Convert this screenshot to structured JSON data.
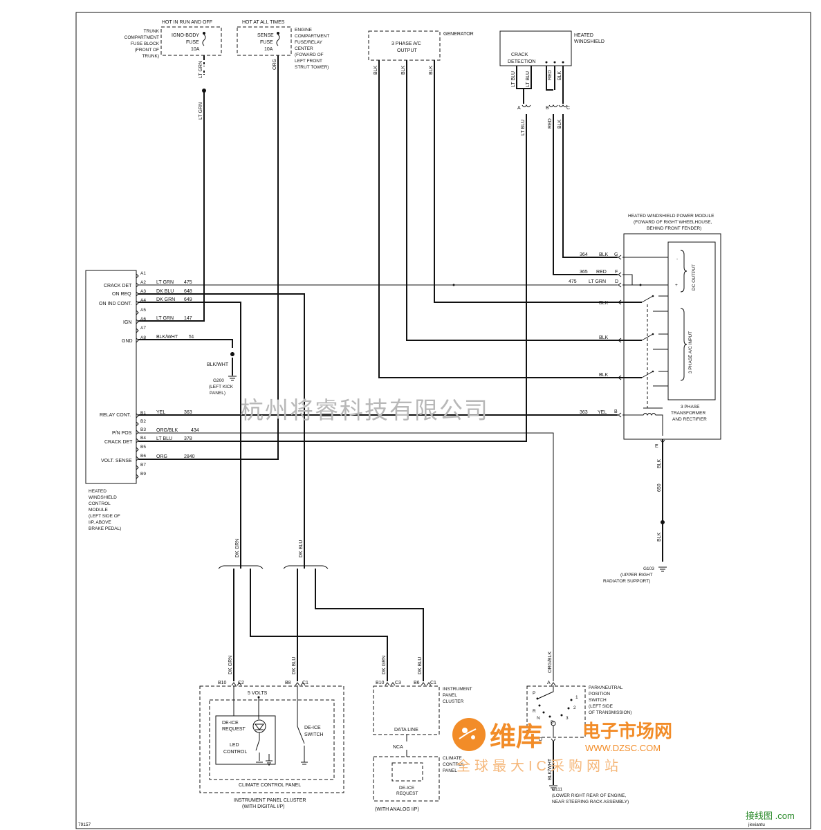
{
  "fuses": {
    "ign_hot": "HOT IN RUN AND OFF",
    "ign_loc": [
      "TRUNK",
      "COMPARTMENT",
      "FUSE BLOCK",
      "(FRONT OF",
      "TRUNK)"
    ],
    "ign_fuse": [
      "IGNO-BODY",
      "FUSE",
      "10A"
    ],
    "sense_hot": "HOT AT ALL TIMES",
    "sense_fuse": [
      "SENSE",
      "FUSE",
      "10A"
    ],
    "sense_loc": [
      "ENGINE",
      "COMPARTMENT",
      "FUSE/RELAY",
      "CENTER",
      "(FOWARD OF",
      "LEFT FRONT",
      "STRUT TOWER)"
    ]
  },
  "generator": {
    "label": "GENERATOR",
    "output": [
      "3 PHASE A/C",
      "OUTPUT"
    ]
  },
  "heated_windshield": {
    "label": [
      "HEATED",
      "WINDSHIELD"
    ],
    "crack": [
      "CRACK",
      "DETECTION"
    ]
  },
  "power_module": {
    "title": [
      "HEATED WINDSHIELD POWER MODULE",
      "(FOWARD OF RIGHT WHEELHOUSE,",
      "BEHIND FRONT FENDER)"
    ],
    "dc_output": "DC OUTPUT",
    "ac_input": "3 PHASE A/C INPUT",
    "transformer": [
      "3 PHASE",
      "TRANSFORMER",
      "AND RECTIFIER"
    ]
  },
  "control_module": {
    "label": [
      "HEATED",
      "WINDSHIELD",
      "CONTROL",
      "MODULE",
      "(LEFT SIDE OF",
      "I/P, ABOVE",
      "BRAKE PEDAL)"
    ],
    "pins_a": [
      "A1",
      "A2",
      "A3",
      "A4",
      "A5",
      "A6",
      "A7",
      "A8"
    ],
    "pins_b": [
      "B1",
      "B2",
      "B3",
      "B4",
      "B5",
      "B6",
      "B7",
      "B9"
    ],
    "functions": {
      "crack_det_a": "CRACK DET",
      "on_req": "ON REQ",
      "on_ind": "ON IND CONT.",
      "ign": "IGN",
      "gnd": "GND",
      "relay": "RELAY CONT.",
      "pn_pos": "P/N POS",
      "crack_det_b": "CRACK DET",
      "volt_sense": "VOLT. SENSE"
    }
  },
  "wires": {
    "a2": {
      "color": "LT GRN",
      "circuit": "475"
    },
    "a3": {
      "color": "DK BLU",
      "circuit": "648"
    },
    "a4": {
      "color": "DK GRN",
      "circuit": "649"
    },
    "a6": {
      "color": "LT GRN",
      "circuit": "147"
    },
    "a8": {
      "color": "BLK/WHT",
      "circuit": "51"
    },
    "b1": {
      "color": "YEL",
      "circuit": "363"
    },
    "b3": {
      "color": "ORG/BLK",
      "circuit": "434"
    },
    "b4": {
      "color": "LT BLU",
      "circuit": "378"
    },
    "b6": {
      "color": "ORG",
      "circuit": "2840"
    },
    "g": {
      "circuit": "364",
      "color": "BLK"
    },
    "f": {
      "circuit": "365",
      "color": "RED"
    },
    "d": {
      "circuit": "475",
      "color": "LT GRN"
    },
    "b": {
      "circuit": "363",
      "color": "YEL"
    },
    "blk": "BLK",
    "lt_grn": "LT GRN",
    "lt_blu": "LT BLU",
    "red": "RED",
    "org": "ORG",
    "dk_grn": "DK GRN",
    "dk_blu": "DK BLU",
    "org_blk": "ORG/BLK",
    "blk_wht": "BLK/WHT",
    "e_circuit": "650"
  },
  "pins": {
    "g": "G",
    "f": "F",
    "d": "D",
    "b": "B",
    "e": "E",
    "a": "A",
    "b_conn": "B",
    "c": "C",
    "d_conn": "D",
    "b10": "B10",
    "c2": "C2",
    "b8": "B8",
    "c1": "C1",
    "b6": "B6",
    "c3": "C3"
  },
  "grounds": {
    "g200": [
      "G200",
      "(LEFT KICK",
      "PANEL)"
    ],
    "g103": [
      "G103",
      "(UPPER RIGHT",
      "RADIATOR SUPPORT)"
    ],
    "g111": [
      "G111",
      "(LOWER RIGHT REAR OF ENGINE,",
      "NEAR STEERING RACK ASSEMBLY)"
    ]
  },
  "climate": {
    "five_volts": "5 VOLTS",
    "deice_request": [
      "DE-ICE",
      "REQUEST"
    ],
    "led": [
      "LED",
      "CONTROL"
    ],
    "deice_switch": [
      "DE-ICE",
      "SWITCH"
    ],
    "panel": "CLIMATE CONTROL PANEL",
    "cluster": [
      "INSTRUMENT PANEL CLUSTER",
      "(WITH DIGITAL I/P)"
    ]
  },
  "ipc_analog": {
    "label": [
      "INSTRUMENT",
      "PANEL",
      "CLUSTER"
    ],
    "data_line": "DATA LINE",
    "nca": "NCA",
    "climate_label": [
      "CLIMATE",
      "CONTROL",
      "PANEL"
    ],
    "deice": [
      "DE-ICE",
      "REQUEST"
    ],
    "note": "(WITH ANALOG I/P)"
  },
  "pn_switch": {
    "label": [
      "PARK/NEUTRAL",
      "POSITION",
      "SWITCH",
      "(LEFT SIDE",
      "OF TRANSMISSION)"
    ],
    "positions": [
      "P",
      "R",
      "N",
      "D",
      "3",
      "2",
      "1"
    ]
  },
  "figure_number": "79157",
  "watermarks": {
    "chinese": "杭州将睿科技有限公司",
    "logo": "维库",
    "market": "电子市场网",
    "url": "WWW.DZSC.COM",
    "slogan": "全球最大IC采购网站",
    "corner": "接线图 .com",
    "corner_sub": "jiexiantu"
  }
}
